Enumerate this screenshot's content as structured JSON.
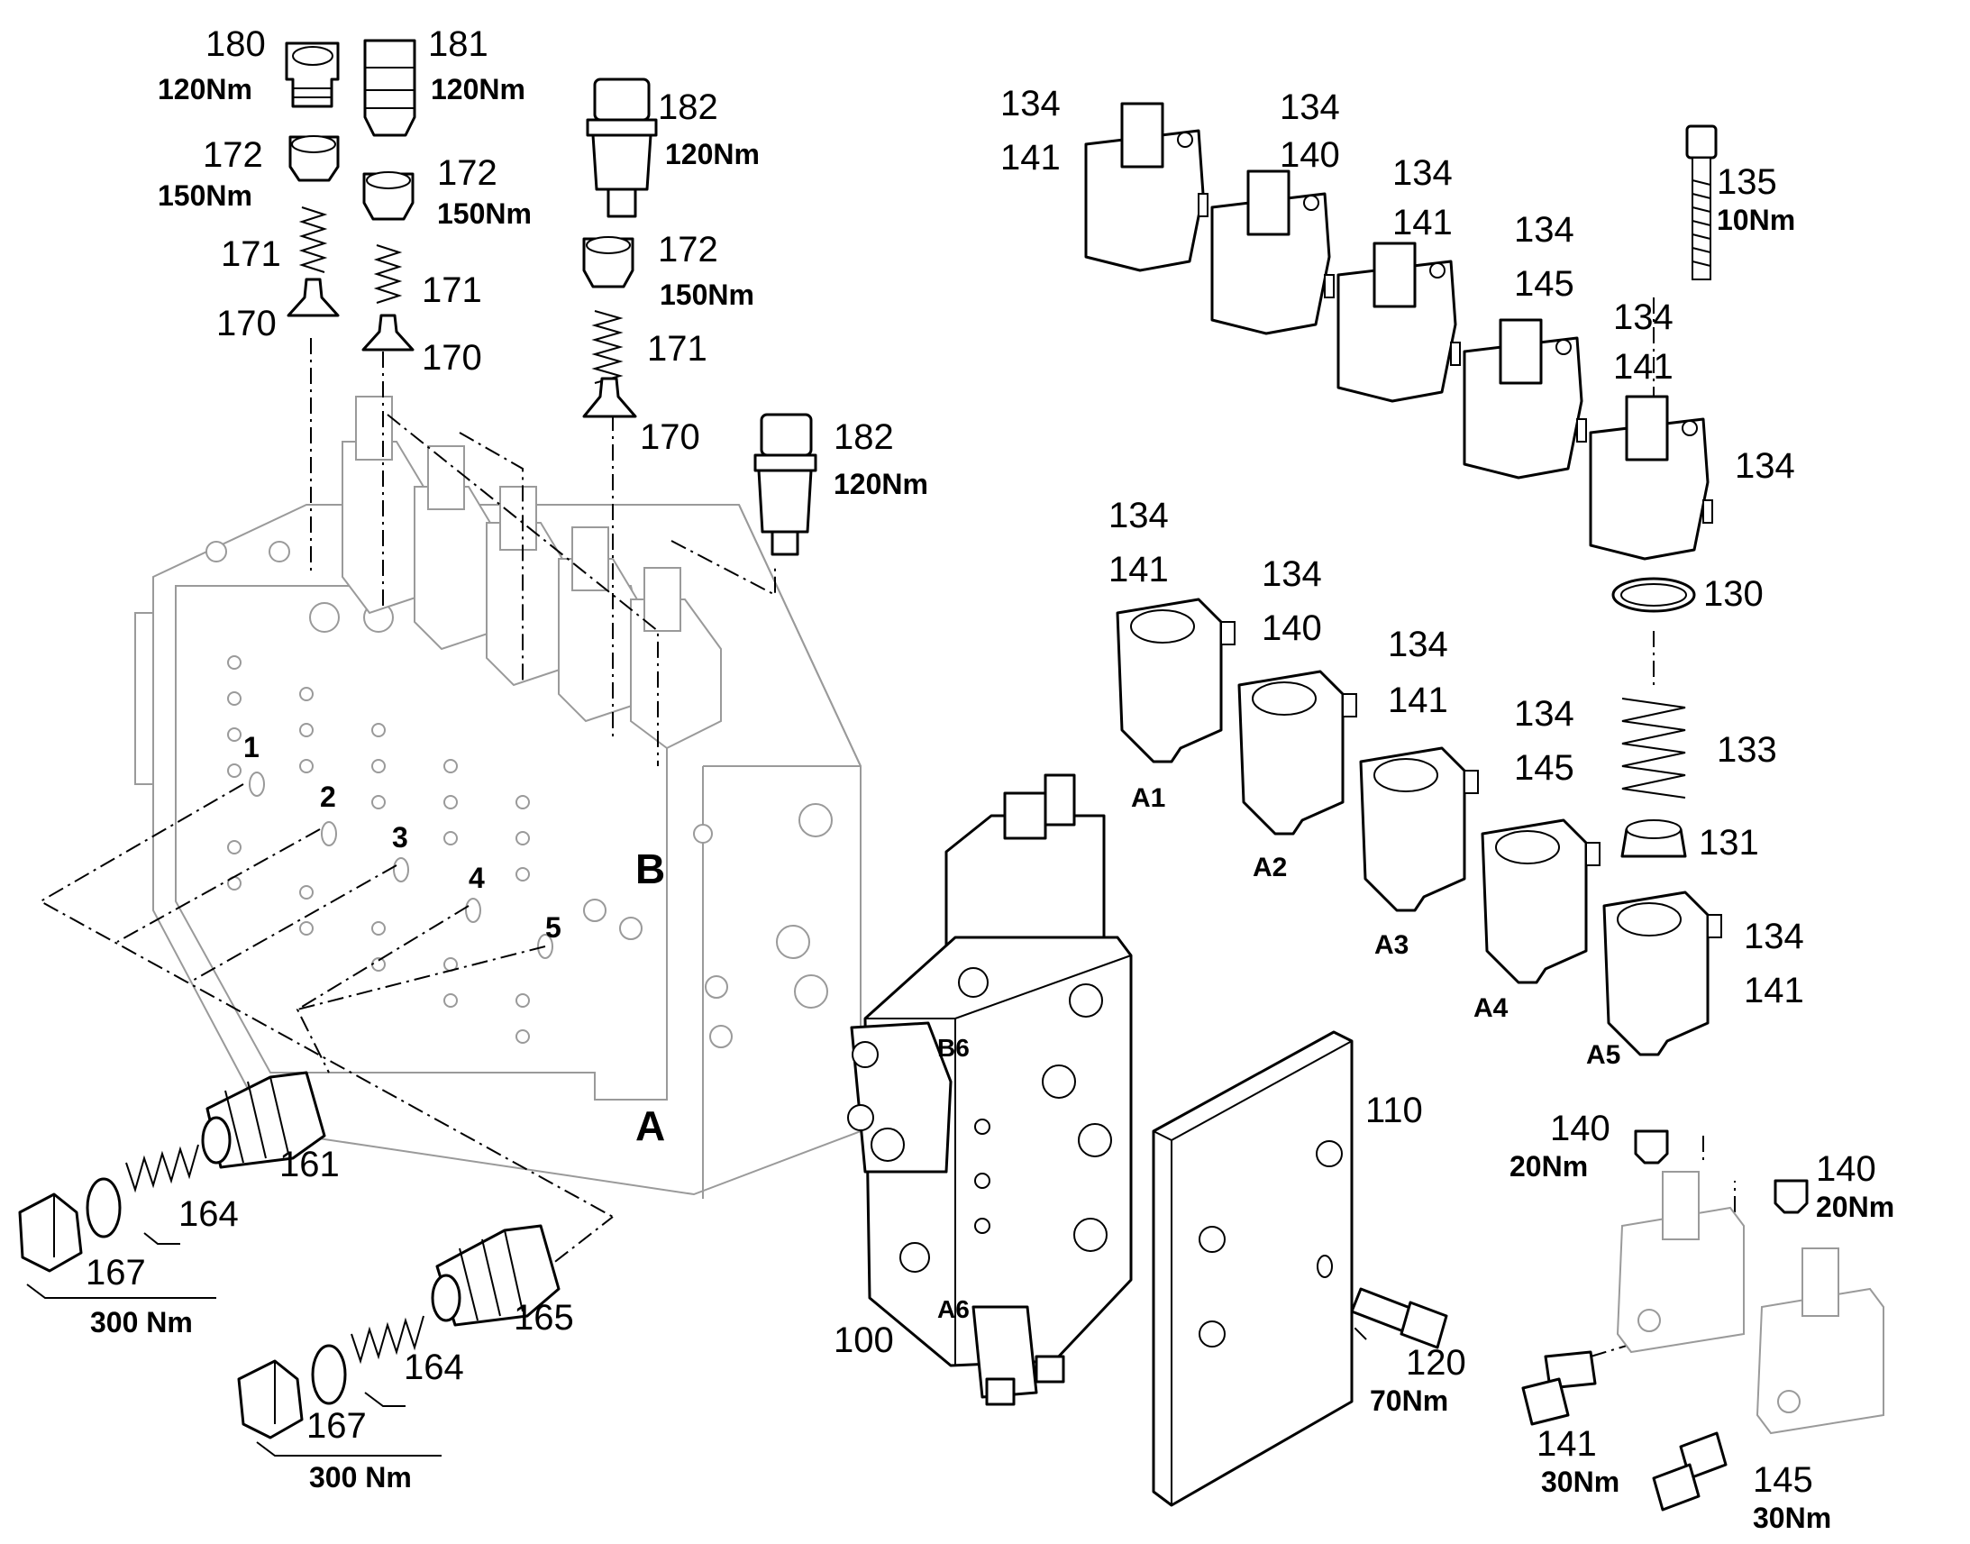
{
  "labels": {
    "p180": "180",
    "p180_torque": "120Nm",
    "p181": "181",
    "p181_torque": "120Nm",
    "p172_a": "172",
    "p172_a_torque": "150Nm",
    "p172_b": "172",
    "p172_b_torque": "150Nm",
    "p172_c": "172",
    "p172_c_torque": "150Nm",
    "p171_a": "171",
    "p171_b": "171",
    "p171_c": "171",
    "p170_a": "170",
    "p170_b": "170",
    "p170_c": "170",
    "p182_a": "182",
    "p182_a_torque": "120Nm",
    "p182_b": "182",
    "p182_b_torque": "120Nm",
    "sol1_134": "134",
    "sol1_141": "141",
    "sol2_134": "134",
    "sol2_140": "140",
    "sol3_134": "134",
    "sol3_141": "141",
    "sol4_134": "134",
    "sol4_145": "145",
    "sol5_134": "134",
    "sol5_141": "141",
    "sol5_134b": "134",
    "p135": "135",
    "p135_torque": "10Nm",
    "p130": "130",
    "p133": "133",
    "p131": "131",
    "h1_134": "134",
    "h1_141": "141",
    "h1_port": "A1",
    "h2_134": "134",
    "h2_140": "140",
    "h2_port": "A2",
    "h3_134": "134",
    "h3_141": "141",
    "h3_port": "A3",
    "h4_134": "134",
    "h4_145": "145",
    "h4_port": "A4",
    "h5_134": "134",
    "h5_141": "141",
    "h5_port": "A5",
    "port1": "1",
    "port2": "2",
    "port3": "3",
    "port4": "4",
    "port5": "5",
    "side_b": "B",
    "side_a": "A",
    "p161": "161",
    "p164_a": "164",
    "p167_a": "167",
    "p167_a_torque": "300 Nm",
    "p165": "165",
    "p164_b": "164",
    "p167_b": "167",
    "p167_b_torque": "300 Nm",
    "p100": "100",
    "p110": "110",
    "p120": "120",
    "p120_torque": "70Nm",
    "d1_140": "140",
    "d1_140_torque": "20Nm",
    "d2_140": "140",
    "d2_140_torque": "20Nm",
    "d1_141": "141",
    "d1_141_torque": "30Nm",
    "d2_145": "145",
    "d2_145_torque": "30Nm"
  }
}
